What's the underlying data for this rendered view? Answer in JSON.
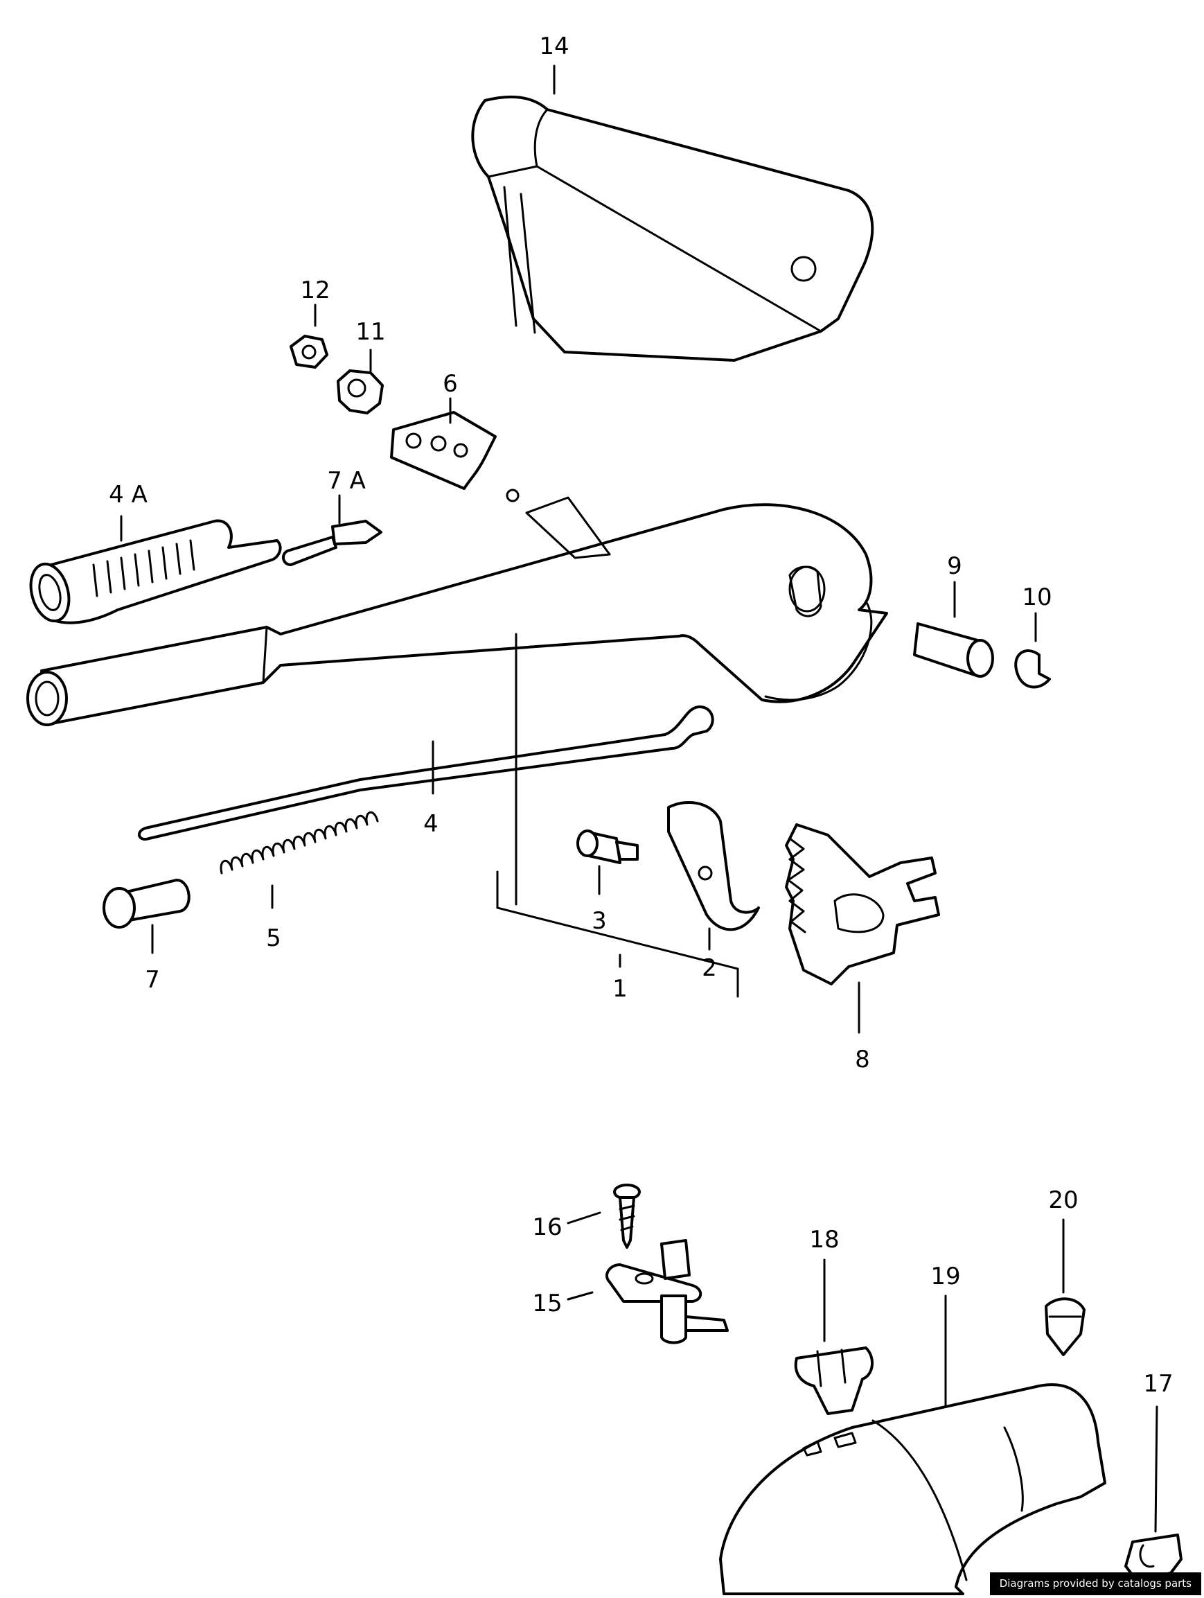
{
  "callouts": {
    "c14": "14",
    "c12": "12",
    "c11": "11",
    "c6": "6",
    "c4A": "4 A",
    "c7A": "7 A",
    "c9": "9",
    "c10": "10",
    "c4": "4",
    "c3": "3",
    "c2": "2",
    "c1": "1",
    "c5": "5",
    "c7": "7",
    "c8": "8",
    "c16": "16",
    "c15": "15",
    "c18": "18",
    "c19": "19",
    "c20": "20",
    "c17": "17"
  },
  "watermark": "Diagrams provided by catalogs parts",
  "colors": {
    "line": "#000000",
    "background": "#ffffff",
    "watermark_bg": "#000000",
    "watermark_text": "#ffffff"
  }
}
